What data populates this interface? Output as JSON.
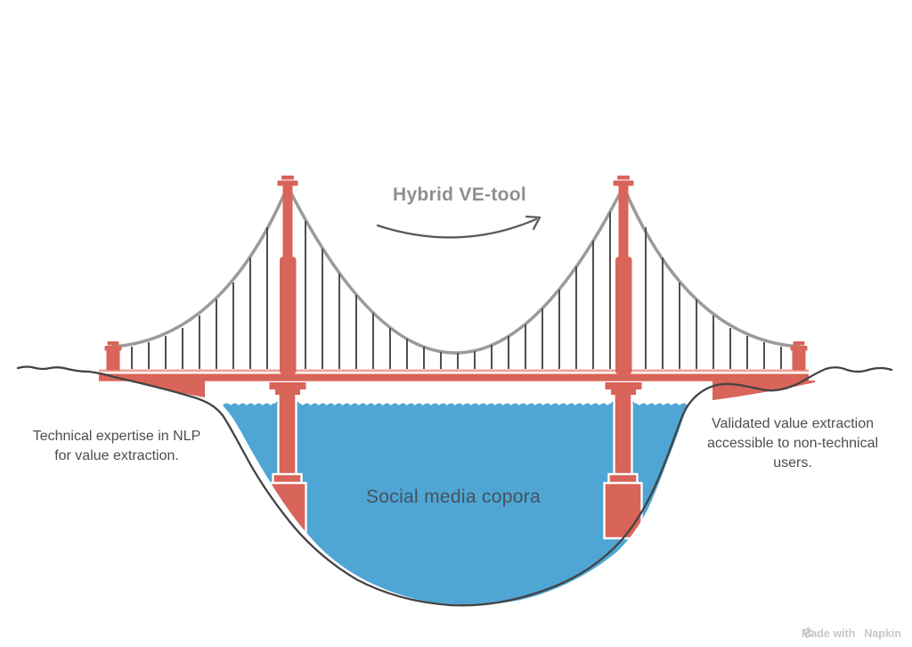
{
  "diagram": {
    "title": "Hybrid VE-tool",
    "left_label": {
      "lines": [
        "Technical expertise in NLP",
        "for value extraction."
      ]
    },
    "right_label": {
      "lines": [
        "Validated value extraction",
        "accessible to non-technical",
        "users."
      ]
    },
    "water_label": "Social media copora"
  },
  "watermark": {
    "prefix": "Made with",
    "brand": "Napkin"
  },
  "colors": {
    "bridge_red": "#D96459",
    "bridge_red_light": "#EFA39B",
    "water_blue": "#4FA6D4",
    "water_dip": "#2E7FAE",
    "cable_gray": "#9B9B9B",
    "hanger_gray": "#4F4F4F",
    "terrain_line": "#434343",
    "title_gray": "#8F8F8F",
    "label_text": "#4D4D4D",
    "water_label_text": "#44525C",
    "watermark_gray": "#C7C7C7",
    "arrow_gray": "#5A5A5A"
  }
}
